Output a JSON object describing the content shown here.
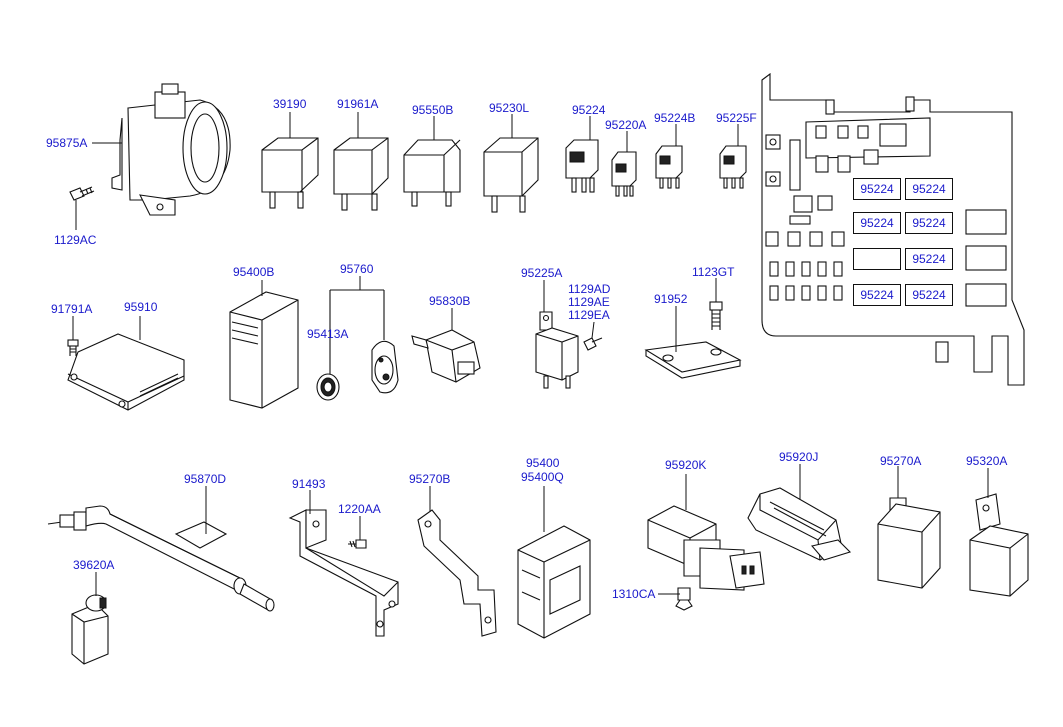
{
  "labels": {
    "l_95875A": "95875A",
    "l_1129AC": "1129AC",
    "l_39190": "39190",
    "l_91961A": "91961A",
    "l_95550B": "95550B",
    "l_95230L": "95230L",
    "l_95224": "95224",
    "l_95220A": "95220A",
    "l_95224B": "95224B",
    "l_95225F": "95225F",
    "l_91791A": "91791A",
    "l_95910": "95910",
    "l_95400B": "95400B",
    "l_95760": "95760",
    "l_95413A": "95413A",
    "l_95830B": "95830B",
    "l_95225A": "95225A",
    "l_1129AD": "1129AD",
    "l_1129AE": "1129AE",
    "l_1129EA": "1129EA",
    "l_1123GT": "1123GT",
    "l_91952": "91952",
    "l_95870D": "95870D",
    "l_39620A": "39620A",
    "l_91493": "91493",
    "l_1220AA": "1220AA",
    "l_95270B": "95270B",
    "l_95400": "95400",
    "l_95400Q": "95400Q",
    "l_95920K": "95920K",
    "l_1310CA": "1310CA",
    "l_95920J": "95920J",
    "l_95270A": "95270A",
    "l_95320A": "95320A"
  },
  "fuse_box_callouts": [
    "95224",
    "95224",
    "95224",
    "95224",
    "95224",
    "95224",
    "95224"
  ],
  "colors": {
    "label": "#1a1acc",
    "line": "#111111",
    "background": "#ffffff"
  }
}
